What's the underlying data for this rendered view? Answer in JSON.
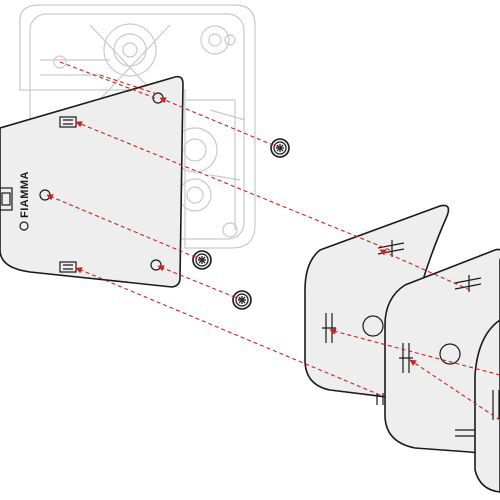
{
  "diagram": {
    "brand_logo_text": "FIAMMA",
    "colors": {
      "outline": "#1a1a1a",
      "panel_fill": "#eeeeee",
      "ghost_outline": "#c9c9c9",
      "guide_line": "#cc2222",
      "background": "#ffffff"
    },
    "parts": {
      "mechanism_body": "background-mechanism-ghost",
      "base_plate": "front-cover-plate",
      "screws": 3,
      "replacement_covers": 3
    }
  }
}
